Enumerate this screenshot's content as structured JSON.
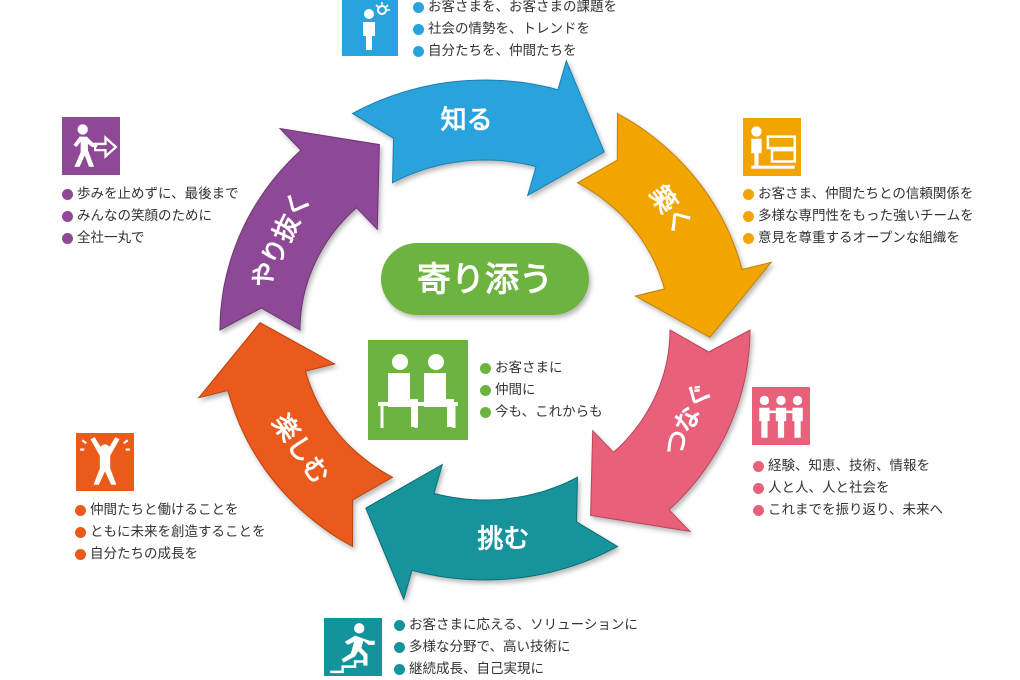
{
  "center": {
    "title": "寄り添う",
    "color": "#6db33f"
  },
  "cycle": [
    {
      "id": "shiru",
      "label": "知る",
      "color": "#29a3dd",
      "dark": "#1e7fb0",
      "icon": "lightbulb-person-icon",
      "items": [
        "お客さまを、お客さまの課題を",
        "社会の情勢を、トレンドを",
        "自分たちを、仲間たちを"
      ]
    },
    {
      "id": "kizuku",
      "label": "築く",
      "color": "#f2a500",
      "dark": "#c08200",
      "icon": "builder-icon",
      "items": [
        "お客さま、仲間たちとの信頼関係を",
        "多様な専門性をもった強いチームを",
        "意見を尊重するオープンな組織を"
      ]
    },
    {
      "id": "tsunagu",
      "label": "つなぐ",
      "color": "#e8607a",
      "dark": "#b8465c",
      "icon": "people-holding-hands-icon",
      "items": [
        "経験、知恵、技術、情報を",
        "人と人、人と社会を",
        "これまでを振り返り、未来へ"
      ]
    },
    {
      "id": "idomu",
      "label": "挑む",
      "color": "#13939b",
      "dark": "#0d6f76",
      "icon": "running-person-icon",
      "items": [
        "お客さまに応える、ソリューションに",
        "多様な分野で、高い技術に",
        "継続成長、自己実現に"
      ]
    },
    {
      "id": "tanoshimu",
      "label": "楽しむ",
      "color": "#ea5a1a",
      "dark": "#b84312",
      "icon": "cheering-person-icon",
      "items": [
        "仲間たちと働けることを",
        "ともに未来を創造することを",
        "自分たちの成長を"
      ]
    },
    {
      "id": "yarinuku",
      "label": "やり抜く",
      "color": "#8e4896",
      "dark": "#6c3573",
      "icon": "walking-arrow-icon",
      "items": [
        "歩みを止めずに、最後まで",
        "みんなの笑顔のために",
        "全社一丸で"
      ]
    }
  ],
  "center_block": {
    "icon": "people-sitting-icon",
    "color": "#6db33f",
    "items": [
      "お客さまに",
      "仲間に",
      "今も、これからも"
    ]
  }
}
